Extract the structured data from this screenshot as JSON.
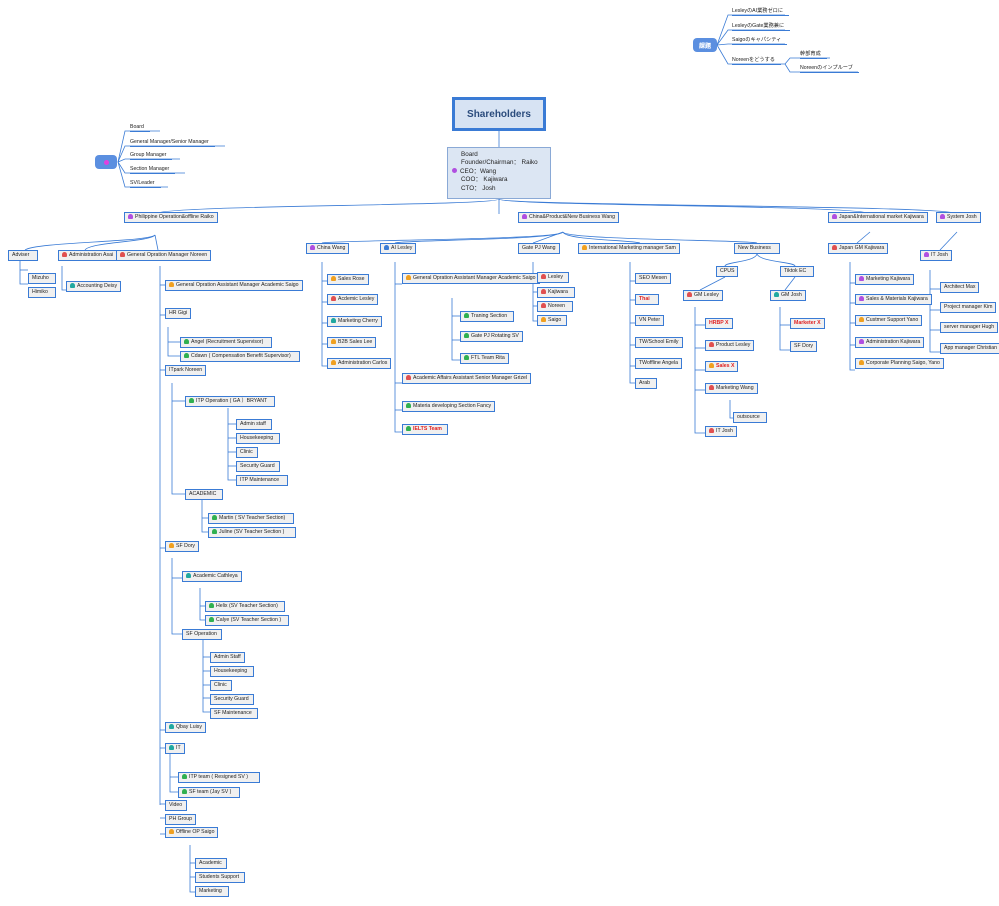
{
  "colors": {
    "accent": "#3a7bd5",
    "node_fill": "#f0f0f0",
    "root_fill": "#d7e3f3",
    "alert_text": "#e02020"
  },
  "icons": {
    "purple": "#b04fe0",
    "red": "#e05050",
    "orange": "#f0a020",
    "teal": "#20a8a0",
    "green": "#30b050",
    "blue": "#3a7bd5"
  },
  "issues": {
    "label": "課題",
    "items": [
      "LesleyのAI業務ゼロに",
      "LesleyのGate業務兼に",
      "Saigoのキャパシティ",
      "Noreenをどうする"
    ],
    "sub": [
      "幹部育成",
      "Noreenのインプルーブ"
    ]
  },
  "legend": {
    "items": [
      "Board",
      "General Manager/Senior Manager",
      "Group Manager",
      "Section Manager",
      "SV/Leader"
    ]
  },
  "root": {
    "title": "Shareholders"
  },
  "exec": {
    "lines": [
      "Board",
      "Founder/Chairman： Raiko",
      "CEO：Wang",
      "COO： Kajiwara",
      "CTO： Josh"
    ]
  },
  "nodes": {
    "ph": "Philippine Operation&offline Raiko",
    "china_prod": "China&Product&New Business Wang",
    "japan_intl": "Japan&International market Kajiwara",
    "system": "System Josh",
    "adviser": "Adviser",
    "mizuho": "Mizuho",
    "himiko": "Himiko",
    "admin_asai": "Administration Asai",
    "accounting": "Accounting Deisy",
    "gm_noreen": "General Opration Manager Noreen",
    "gm_asst": "General Opration Assistant Manager Academic Saigo",
    "hr_gigi": "HR Gigi",
    "angel": "Angel (Recruitment Supervisor)",
    "cdawn": "Cdawn ( Compensation Benefit Supervisor)",
    "itpark": "ITpark Noreen",
    "itp_ops": "ITP Operation ( GA ）BRYANT",
    "admin_staff": "Admin staff",
    "housekeeping": "Housekeeping",
    "clinic": "Clinic",
    "security": "Security Guard",
    "itp_maint": "ITP Maintenance",
    "academic": "ACADEMIC",
    "martin": "Martin ( SV Teacher Section)",
    "juline": "Juline (SV Teacher Section )",
    "sf_dory": "SF Dory",
    "academic_cath": "Academic Cathleya",
    "helix": "Helix (SV Teacher Section)",
    "calye": "Calye (SV Teacher Section )",
    "sf_ops": "SF Operation",
    "sf_admin": "Admin Staff",
    "sf_house": "Housekeeping",
    "sf_clinic": "Clinic",
    "sf_security": "Security Guard",
    "sf_maint": "SF Maintenance",
    "qbay": "Qbay Luisy",
    "it": "IT",
    "itp_team": "ITP team ( Resigned SV )",
    "sf_team": "SF team (Jay SV )",
    "video": "Video",
    "ph_group": "PH Group",
    "offline": "Offline OP Saigo",
    "off_academic": "Academic",
    "students": "Students Support",
    "marketing": "Marketing",
    "china_wang": "China Wang",
    "sales_rose": "Sales Rose",
    "acad_lesley": "Acdemic Lesley",
    "mkt_cherry": "Marketing Cherry",
    "b2b": "B2B Sales Lee",
    "admin_carlos": "Administration Carlos",
    "ai_lesley": "AI Lesley",
    "gm_asst_ai": "General Opration Assistant Manager Academic Saigo",
    "training": "Traning Section",
    "gatepj_rot": "Gate PJ Rotating SV",
    "ftl": "FTL Team Rita",
    "acad_affairs": "Academic Affairs Assistant Senior Manager Grizel",
    "material": "Materia developing Section Fancy",
    "ielts": "IELTS Team",
    "gatepj": "Gate PJ Wang",
    "g_lesley": "Lesley",
    "g_kajiwara": "Kajiwara",
    "g_noreen": "Noreen",
    "g_saigo": "Saigo",
    "intl_mkt": "International Marketing manager Sam",
    "seo": "SEO Mesen",
    "thai": "Thai",
    "vn": "VN Peter",
    "tw_school": "TW/School Emily",
    "tw_offline": "TWoffline Angela",
    "arab": "Arab",
    "new_business": "New Business",
    "cpus": "CPUS",
    "tiktok": "Tiktok EC",
    "gm_lesley": "GM Lesley",
    "hrbp": "HRBP X",
    "product": "Product Lesley",
    "sales_x": "Sales X",
    "mkt_wang": "Marketing Wang",
    "outsource": "outsource",
    "it_josh": "IT Josh",
    "gm_josh": "GM Josh",
    "marketer": "Marketer X",
    "sf_dory2": "SF Dory",
    "japan_gm": "Japan GM Kajiwara",
    "mkt_kaji": "Marketing Kajiwara",
    "sales_mat": "Sales & Materials Kajiwara",
    "cust_support": "Custmer Support Yano",
    "admin_kaji": "Administration Kajiwara",
    "corp_plan": "Corporate Planning Saigo, Yano",
    "it_josh2": "IT Josh",
    "architect": "Architect Max",
    "proj_mgr": "Project manager Kim",
    "server_mgr": "server manager Hugh",
    "app_mgr": "App manager Christian"
  }
}
